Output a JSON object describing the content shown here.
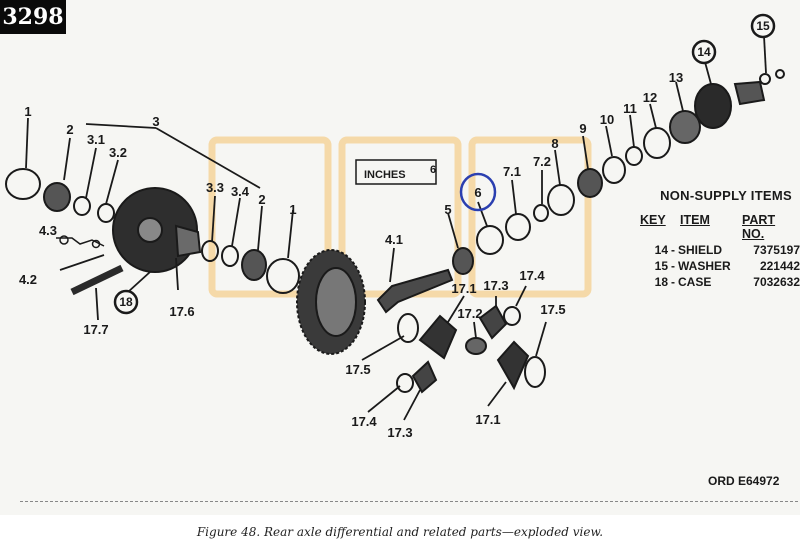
{
  "page_id": "3298",
  "scale_note": {
    "text": "INCHES",
    "value": "6"
  },
  "highlighted_part": "6",
  "part_labels": [
    {
      "id": "1",
      "text": "1"
    },
    {
      "id": "2",
      "text": "2"
    },
    {
      "id": "3.1",
      "text": "3.1"
    },
    {
      "id": "3.2",
      "text": "3.2"
    },
    {
      "id": "3",
      "text": "3"
    },
    {
      "id": "4.3",
      "text": "4.3"
    },
    {
      "id": "4.2",
      "text": "4.2"
    },
    {
      "id": "17.7",
      "text": "17.7"
    },
    {
      "id": "17.6",
      "text": "17.6"
    },
    {
      "id": "3.3",
      "text": "3.3"
    },
    {
      "id": "3.4",
      "text": "3.4"
    },
    {
      "id": "2b",
      "text": "2"
    },
    {
      "id": "1b",
      "text": "1"
    },
    {
      "id": "4.1",
      "text": "4.1"
    },
    {
      "id": "5",
      "text": "5"
    },
    {
      "id": "6",
      "text": "6"
    },
    {
      "id": "7.1",
      "text": "7.1"
    },
    {
      "id": "7.2",
      "text": "7.2"
    },
    {
      "id": "8",
      "text": "8"
    },
    {
      "id": "9",
      "text": "9"
    },
    {
      "id": "10",
      "text": "10"
    },
    {
      "id": "11",
      "text": "11"
    },
    {
      "id": "12",
      "text": "12"
    },
    {
      "id": "13",
      "text": "13"
    },
    {
      "id": "17.1",
      "text": "17.1"
    },
    {
      "id": "17.3",
      "text": "17.3"
    },
    {
      "id": "17.4",
      "text": "17.4"
    },
    {
      "id": "17.2",
      "text": "17.2"
    },
    {
      "id": "17.5",
      "text": "17.5"
    },
    {
      "id": "17.5b",
      "text": "17.5"
    },
    {
      "id": "17.4b",
      "text": "17.4"
    },
    {
      "id": "17.3b",
      "text": "17.3"
    },
    {
      "id": "17.1b",
      "text": "17.1"
    }
  ],
  "circled_labels": [
    {
      "id": "18",
      "text": "18"
    },
    {
      "id": "14",
      "text": "14"
    },
    {
      "id": "15",
      "text": "15"
    }
  ],
  "non_supply_items": {
    "title": "NON-SUPPLY ITEMS",
    "headers": [
      "KEY",
      "ITEM",
      "PART NO."
    ],
    "rows": [
      {
        "key": "14",
        "item": "SHIELD",
        "part": "7375197"
      },
      {
        "key": "15",
        "item": "WASHER",
        "part": "221442"
      },
      {
        "key": "18",
        "item": "CASE",
        "part": "7032632"
      }
    ]
  },
  "reference_code": "ORD  E64972",
  "caption": "Figure 48.   Rear axle differential and related parts—exploded view.",
  "colors": {
    "paper": "#f6f6f3",
    "ink": "#1a1a1a",
    "highlight_frame": "#f5d9a8",
    "selection_ring": "#2b3fb0",
    "badge": "#0a0a0a"
  }
}
